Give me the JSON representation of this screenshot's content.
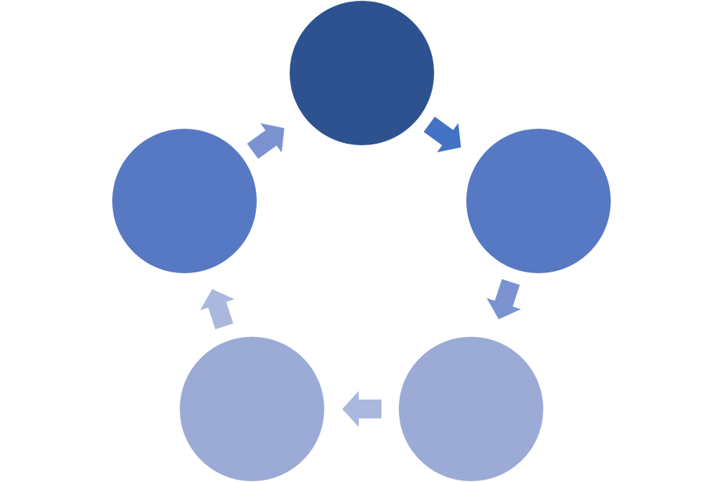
{
  "diagram": {
    "type": "cycle",
    "direction": "clockwise",
    "nodes": [
      {
        "id": "node-1",
        "label": "",
        "color": "#2E528F"
      },
      {
        "id": "node-2",
        "label": "",
        "color": "#5778C2"
      },
      {
        "id": "node-3",
        "label": "",
        "color": "#9BABD6"
      },
      {
        "id": "node-4",
        "label": "",
        "color": "#9BABD6"
      },
      {
        "id": "node-5",
        "label": "",
        "color": "#5778C2"
      }
    ],
    "arrows": [
      {
        "from": "node-1",
        "to": "node-2",
        "color": "#4472C4"
      },
      {
        "from": "node-2",
        "to": "node-3",
        "color": "#7A93D0"
      },
      {
        "from": "node-3",
        "to": "node-4",
        "color": "#AAB8DE"
      },
      {
        "from": "node-4",
        "to": "node-5",
        "color": "#AAB8DE"
      },
      {
        "from": "node-5",
        "to": "node-1",
        "color": "#7A93D0"
      }
    ]
  }
}
